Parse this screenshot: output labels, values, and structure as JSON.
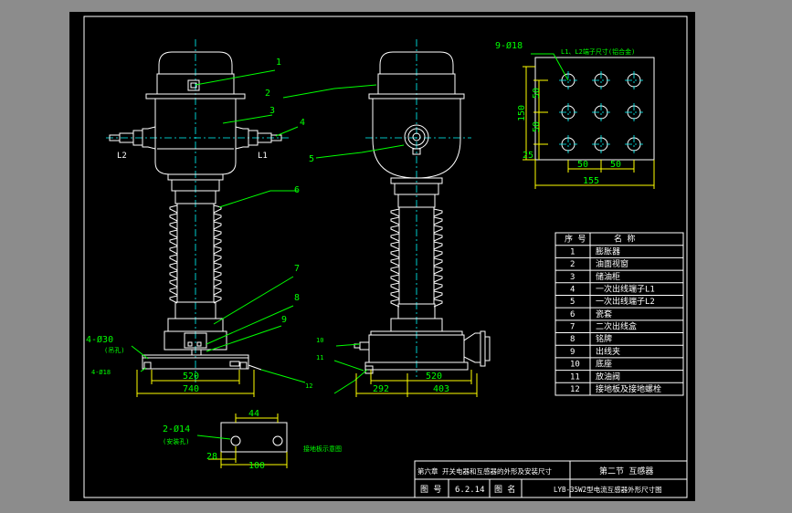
{
  "colors": {
    "background": "#000000",
    "frame": "#ffffff",
    "outline": "#00ffff",
    "leader": "#00ff00",
    "dimension": "#ffff00"
  },
  "labels": {
    "L2": "L2",
    "L1": "L1",
    "n1": "1",
    "n2": "2",
    "n3": "3",
    "n4": "4",
    "n5": "5",
    "n6": "6",
    "n7": "7",
    "n8": "8",
    "n9": "9",
    "n10": "10",
    "n11": "11",
    "n12": "12"
  },
  "dimensions": {
    "hole_lifting": "4-Ø30",
    "hole_lifting_note": "(吊孔)",
    "hole_base": "4-Ø18",
    "d520_front": "520",
    "d740": "740",
    "d520_side": "520",
    "d292": "292",
    "d403": "403",
    "d44": "44",
    "hole_mount": "2-Ø14",
    "hole_mount_note": "(安装孔)",
    "d28": "28",
    "d100": "100",
    "plate_note": "接地板示意图"
  },
  "terminal": {
    "holes": "9-Ø18",
    "title": "L1、L2端子尺寸(铝合金)",
    "d50a": "50",
    "d50b": "50",
    "d150": "150",
    "d25": "25",
    "d50c": "50",
    "d50d": "50",
    "d155": "155"
  },
  "parts_table": {
    "headers": [
      "序 号",
      "名   称"
    ],
    "rows": [
      [
        "1",
        "膨胀器"
      ],
      [
        "2",
        "油面视窗"
      ],
      [
        "3",
        "储油柜"
      ],
      [
        "4",
        "一次出线端子L1"
      ],
      [
        "5",
        "一次出线端子L2"
      ],
      [
        "6",
        "瓷套"
      ],
      [
        "7",
        "二次出线盒"
      ],
      [
        "8",
        "铭牌"
      ],
      [
        "9",
        "出线夹"
      ],
      [
        "10",
        "底座"
      ],
      [
        "11",
        "放油阀"
      ],
      [
        "12",
        "接地板及接地螺栓"
      ]
    ]
  },
  "title_block": {
    "chapter": "第六章  开关电器和互感器的外形及安装尺寸",
    "section": "第二节  互感器",
    "drawing_no_label": "图 号",
    "drawing_no": "6.2.14",
    "drawing_name_label": "图 名",
    "drawing_name": "LYB-35W2型电流互感器外形尺寸图"
  }
}
